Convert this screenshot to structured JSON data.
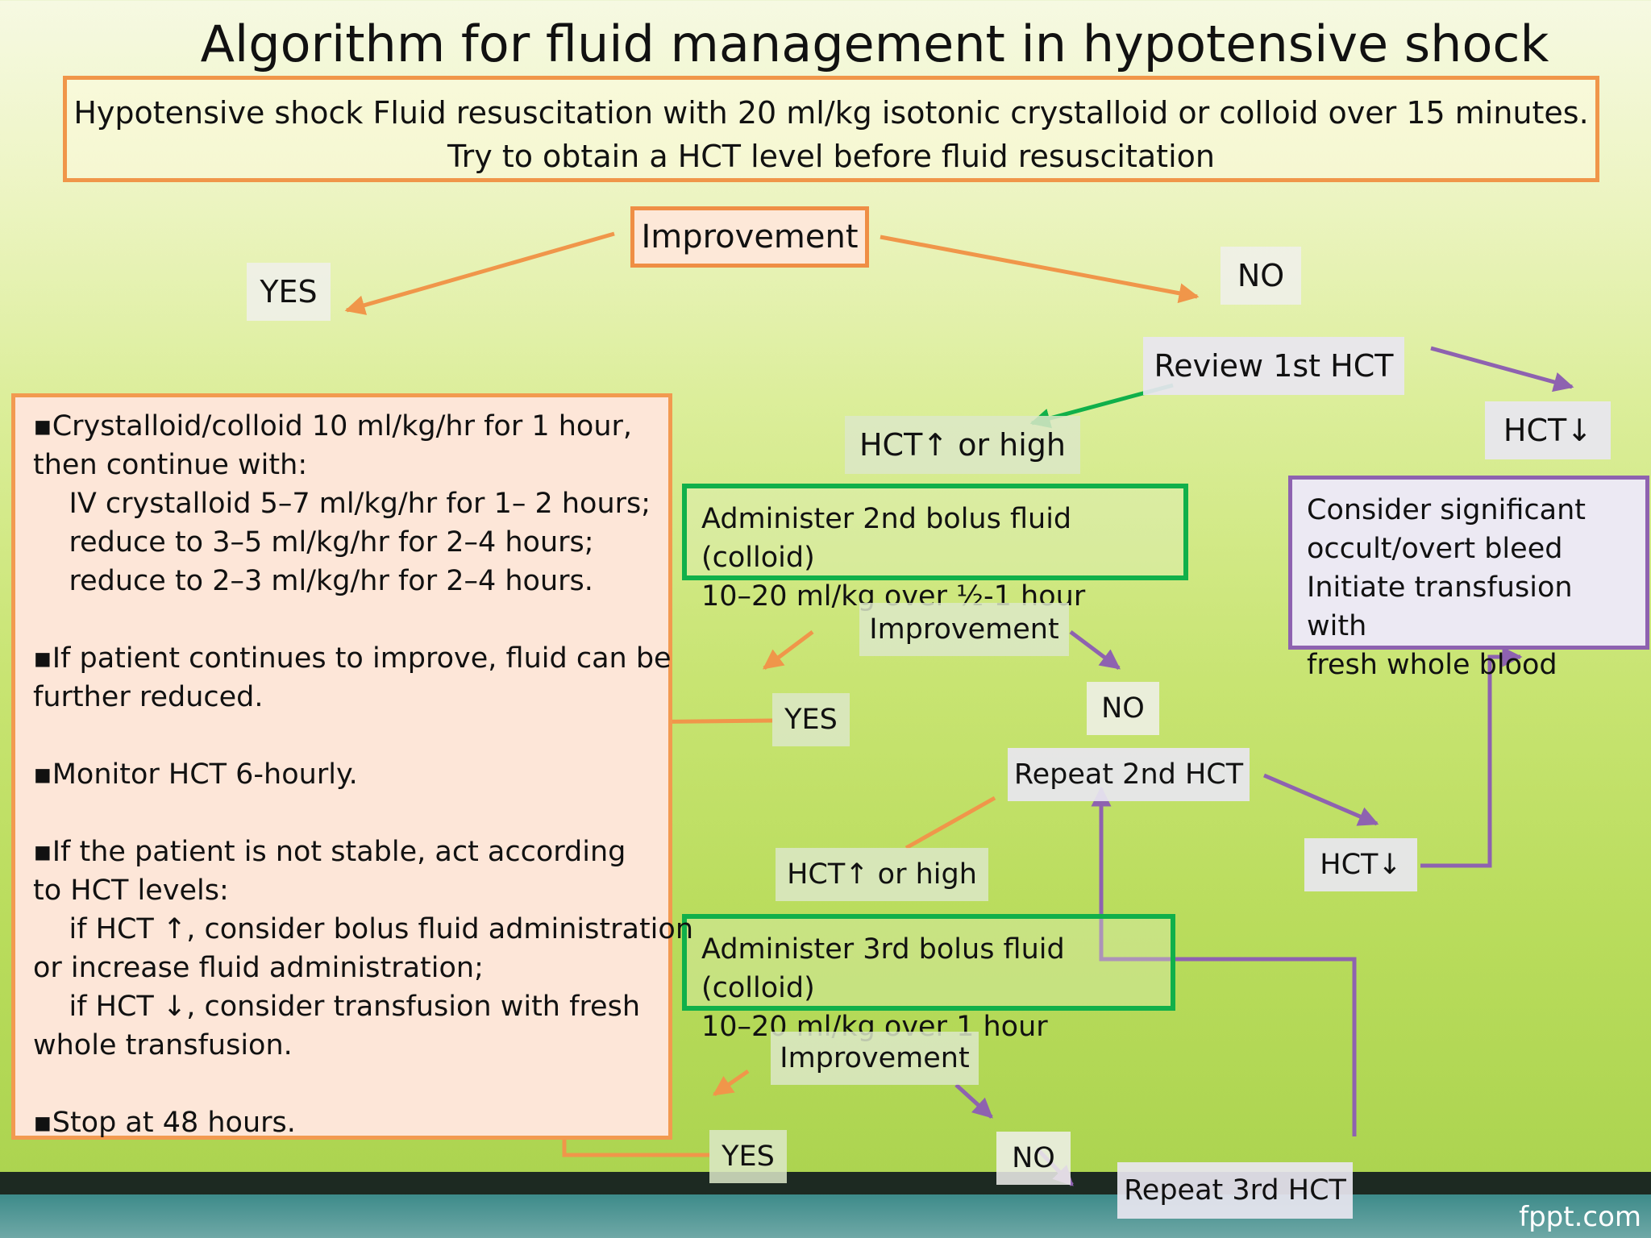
{
  "title": "Algorithm for fluid management in hypotensive shock",
  "intro": {
    "line1": "Hypotensive shock Fluid resuscitation with 20 ml/kg isotonic crystalloid or colloid over 15 minutes.",
    "line2": "Try to obtain a HCT level before fluid resuscitation"
  },
  "improvement_1": "Improvement",
  "yes_1": "YES",
  "no_1": "NO",
  "review_1st_hct": "Review 1st HCT",
  "hct_up_1": "HCT↑ or high",
  "hct_down_1": "HCT↓",
  "bolus_2": {
    "line1": "Administer 2nd bolus fluid (colloid)",
    "line2": "10–20 ml/kg over ½-1 hour"
  },
  "bleed_box": {
    "line1": "Consider significant",
    "line2": "occult/overt bleed",
    "line3": "Initiate transfusion with",
    "line4": "fresh whole blood"
  },
  "improvement_2": "Improvement",
  "yes_2": "YES",
  "no_2": "NO",
  "repeat_2nd_hct": "Repeat 2nd HCT",
  "hct_up_2": "HCT↑ or high",
  "hct_down_2": "HCT↓",
  "bolus_3": {
    "line1": "Administer 3rd bolus fluid (colloid)",
    "line2": "10–20 ml/kg over 1 hour"
  },
  "improvement_3": "Improvement",
  "yes_3": "YES",
  "no_3": "NO",
  "repeat_3rd_hct": "Repeat 3rd HCT",
  "left_panel": {
    "l1": "▪Crystalloid/colloid 10 ml/kg/hr for 1 hour,",
    "l2": "then continue with:",
    "l3": "    IV crystalloid 5–7 ml/kg/hr for 1– 2 hours;",
    "l4": "    reduce to 3–5 ml/kg/hr for 2–4 hours;",
    "l5": "    reduce to 2–3 ml/kg/hr for 2–4 hours.",
    "l6": "▪If patient continues to improve, fluid can be",
    "l7": "further reduced.",
    "l8": "▪Monitor HCT 6-hourly.",
    "l9": "▪If the patient is not stable, act according",
    "l10": "to HCT levels:",
    "l11": "    if HCT ↑, consider bolus fluid administration",
    "l12": "or increase fluid administration;",
    "l13": "    if HCT ↓, consider transfusion with fresh",
    "l14": "whole transfusion.",
    "l15": "▪Stop at 48 hours."
  },
  "brand": "fppt.com",
  "colors": {
    "orange": "#f0964a",
    "green": "#10b04a",
    "purple": "#8e62b0"
  }
}
